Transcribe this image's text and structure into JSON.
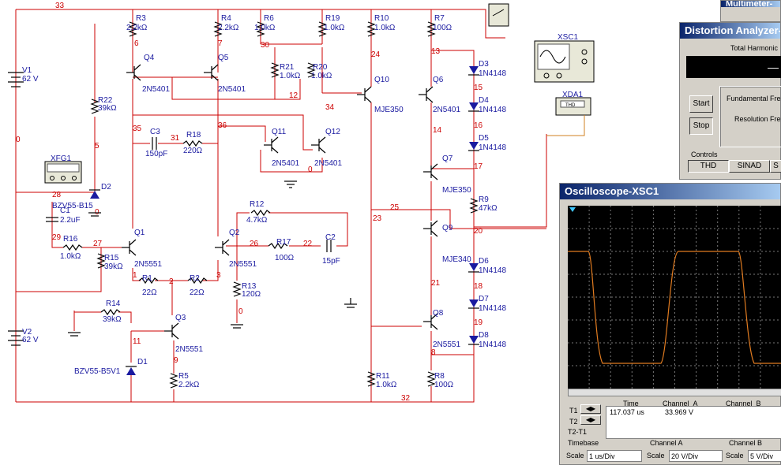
{
  "parts": {
    "v1": {
      "name": "V1",
      "value": "62 V"
    },
    "v2": {
      "name": "V2",
      "value": "62 V"
    },
    "r3": {
      "name": "R3",
      "value": "2.2kΩ"
    },
    "r4": {
      "name": "R4",
      "value": "2.2kΩ"
    },
    "r6": {
      "name": "R6",
      "value": "1.0kΩ"
    },
    "r19": {
      "name": "R19",
      "value": "1.0kΩ"
    },
    "r10": {
      "name": "R10",
      "value": "1.0kΩ"
    },
    "r7": {
      "name": "R7",
      "value": "100Ω"
    },
    "r21": {
      "name": "R21",
      "value": "1.0kΩ"
    },
    "r20": {
      "name": "R20",
      "value": "1.0kΩ"
    },
    "r22": {
      "name": "R22",
      "value": "39kΩ"
    },
    "r18": {
      "name": "R18",
      "value": "220Ω"
    },
    "c3": {
      "name": "C3",
      "value": "150pF"
    },
    "q4": {
      "name": "Q4",
      "value": "2N5401"
    },
    "q5": {
      "name": "Q5",
      "value": "2N5401"
    },
    "q10": {
      "name": "Q10",
      "value": "MJE350"
    },
    "q6": {
      "name": "Q6",
      "value": "2N5401"
    },
    "q11": {
      "name": "Q11",
      "value": "2N5401"
    },
    "q12": {
      "name": "Q12",
      "value": "2N5401"
    },
    "q7": {
      "name": "Q7",
      "value": "MJE350"
    },
    "q9": {
      "name": "Q9",
      "value": "MJE340"
    },
    "q8": {
      "name": "Q8",
      "value": "2N5551"
    },
    "q1": {
      "name": "Q1",
      "value": "2N5551"
    },
    "q2": {
      "name": "Q2",
      "value": "2N5551"
    },
    "q3": {
      "name": "Q3",
      "value": "2N5551"
    },
    "xfg1": {
      "name": "XFG1"
    },
    "d2": {
      "name": "D2",
      "value": "BZV55-B15"
    },
    "c1": {
      "name": "C1",
      "value": "2.2uF"
    },
    "r16": {
      "name": "R16",
      "value": "1.0kΩ"
    },
    "r15": {
      "name": "R15",
      "value": "39kΩ"
    },
    "r1": {
      "name": "R1",
      "value": "22Ω"
    },
    "r2": {
      "name": "R2",
      "value": "22Ω"
    },
    "r12": {
      "name": "R12",
      "value": "4.7kΩ"
    },
    "r17": {
      "name": "R17",
      "value": "100Ω"
    },
    "c2": {
      "name": "C2",
      "value": "15pF"
    },
    "r13": {
      "name": "R13",
      "value": "120Ω"
    },
    "r14": {
      "name": "R14",
      "value": "39kΩ"
    },
    "d1": {
      "name": "D1",
      "value": "BZV55-B5V1"
    },
    "r5": {
      "name": "R5",
      "value": "2.2kΩ"
    },
    "r11": {
      "name": "R11",
      "value": "1.0kΩ"
    },
    "r8": {
      "name": "R8",
      "value": "100Ω"
    },
    "r9": {
      "name": "R9",
      "value": "47kΩ"
    },
    "d3": {
      "name": "D3",
      "value": "1N4148"
    },
    "d4": {
      "name": "D4",
      "value": "1N4148"
    },
    "d5": {
      "name": "D5",
      "value": "1N4148"
    },
    "d6": {
      "name": "D6",
      "value": "1N4148"
    },
    "d7": {
      "name": "D7",
      "value": "1N4148"
    },
    "d8": {
      "name": "D8",
      "value": "1N4148"
    },
    "xsc1": {
      "name": "XSC1"
    },
    "xda1": {
      "name": "XDA1",
      "chip": "THD"
    }
  },
  "nodes": [
    "33",
    "0",
    "6",
    "7",
    "30",
    "12",
    "24",
    "13",
    "34",
    "15",
    "16",
    "17",
    "35",
    "31",
    "36",
    "0",
    "5",
    "28",
    "0",
    "29",
    "27",
    "1",
    "2",
    "3",
    "26",
    "22",
    "25",
    "23",
    "20",
    "21",
    "18",
    "19",
    "8",
    "11",
    "9",
    "0",
    "32",
    "14"
  ],
  "multimeter": {
    "title": "Multimeter-"
  },
  "distortion": {
    "title": "Distortion Analyzer-",
    "total_label": "Total Harmonic",
    "display": "—",
    "start": "Start",
    "stop": "Stop",
    "fundamental": "Fundamental Fre",
    "resolution": "Resolution Fre",
    "controls": "Controls",
    "thd": "THD",
    "sinad": "SINAD",
    "s": "S"
  },
  "oscilloscope": {
    "title": "Oscilloscope-XSC1",
    "time_label": "Time",
    "chA_label": "Channel_A",
    "chB_label": "Channel_B",
    "t1": "T1",
    "t2": "T2",
    "t2t1": "T2-T1",
    "time_value": "117.037 us",
    "chA_value": "33.969 V",
    "timebase": "Timebase",
    "channel_a": "Channel A",
    "channel_b": "Channel B",
    "scale": "Scale",
    "tb_scale": "1 us/Div",
    "a_scale": "20  V/Div",
    "b_scale": "5  V/Div",
    "trace_color": "#e07b20"
  }
}
